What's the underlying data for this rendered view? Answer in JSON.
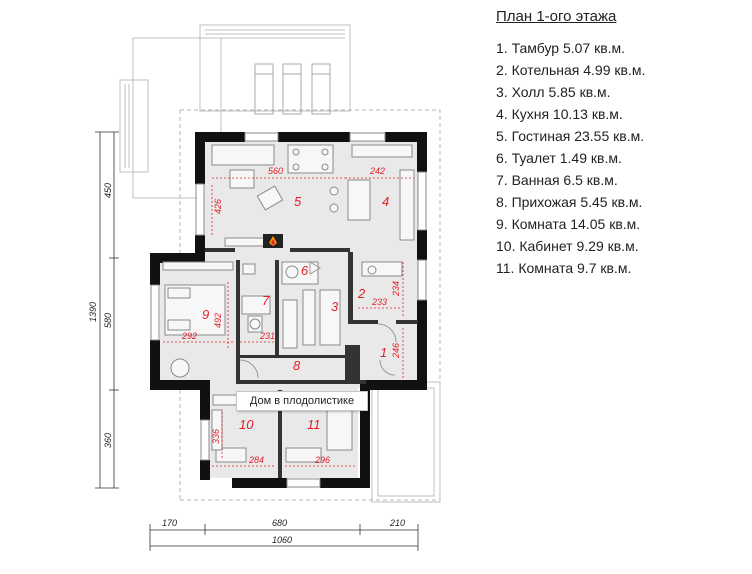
{
  "legend": {
    "title": "План 1-ого этажа",
    "items": [
      "1. Тамбур 5.07 кв.м.",
      "2. Котельная 4.99 кв.м.",
      "3. Холл 5.85 кв.м.",
      "4. Кухня 10.13 кв.м.",
      "5. Гостиная 23.55 кв.м.",
      "6. Туалет 1.49 кв.м.",
      "7. Ванная 6.5 кв.м.",
      "8. Прихожая 5.45 кв.м.",
      "9. Комната 14.05 кв.м.",
      "10. Кабинет 9.29 кв.м.",
      "11. Комната 9.7 кв.м."
    ]
  },
  "plan": {
    "rooms": {
      "r1": "1",
      "r2": "2",
      "r3": "3",
      "r4": "4",
      "r5": "5",
      "r6": "6",
      "r7": "7",
      "r8": "8",
      "r9": "9",
      "r10": "10",
      "r11": "11"
    },
    "room_dims": {
      "d560": "560",
      "d242": "242",
      "d426": "426",
      "d234": "234",
      "d233": "233",
      "d246": "246",
      "d492": "492",
      "d292": "292",
      "d231": "231",
      "d336": "336",
      "d284": "284",
      "d296": "296"
    },
    "overall_dims": {
      "left_top": "450",
      "left_mid": "580",
      "left_bottom": "360",
      "left_total": "1390",
      "bottom_left": "170",
      "bottom_mid": "680",
      "bottom_right": "210",
      "bottom_total": "1060"
    },
    "caption": "Дом в плодолистике"
  }
}
